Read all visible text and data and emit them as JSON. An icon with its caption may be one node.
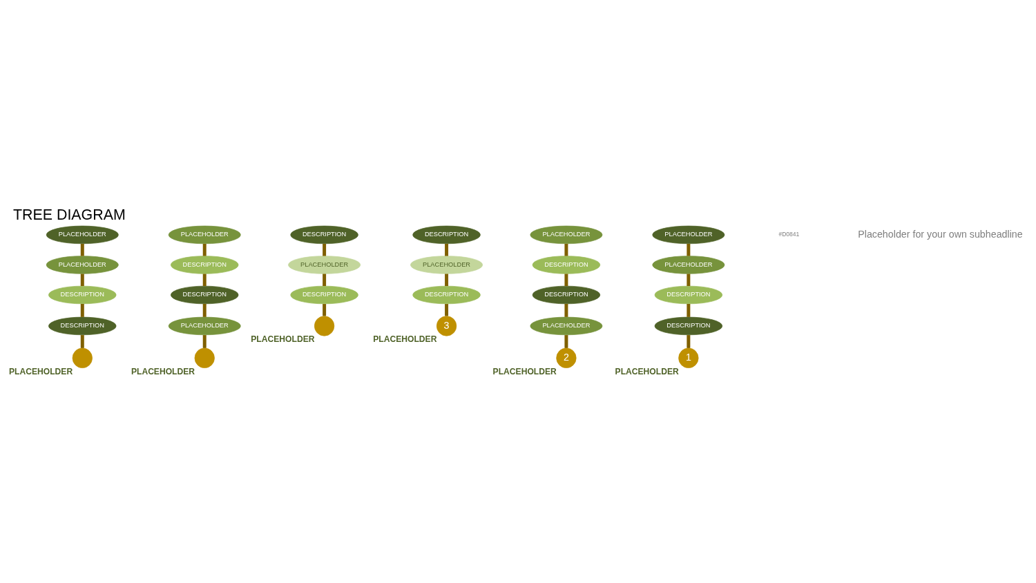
{
  "diagram": {
    "title": "TREE DIAGRAM",
    "nodes": [
      {
        "text": [
          "PLACEHOLDER"
        ]
      },
      {
        "text": [
          "PLACEHOLDER"
        ]
      },
      {
        "text": [
          "DESCRIPTION"
        ]
      },
      {
        "text": [
          "DESCRIPTION"
        ]
      },
      {
        "text": [
          "PLACEHOLDER"
        ]
      },
      {
        "text": [
          "DESCRIPTION"
        ]
      },
      {
        "text": [
          "DESCRIPTION"
        ]
      },
      {
        "text": [
          "PLACEHOLDER"
        ]
      },
      {
        "text": [
          "DESCRIPTION"
        ]
      },
      {
        "text": [
          "PLACEHOLDER"
        ]
      },
      {
        "text": [
          "DESCRIPTION"
        ]
      },
      {
        "text": [
          "DESCRIPTION"
        ]
      },
      {
        "text": [
          "PLACEHOLDER"
        ]
      },
      {
        "text": [
          "DESCRIPTION"
        ]
      },
      {
        "text": [
          "PLACEHOLDER"
        ]
      },
      {
        "text": [
          "DESCRIPTION"
        ]
      },
      {
        "text": [
          "DESCRIPTION"
        ]
      },
      {
        "text": [
          "PLACEHOLDER"
        ]
      },
      {
        "text": [
          "PLACEHOLDER"
        ]
      },
      {
        "text": [
          "PLACEHOLDER"
        ]
      },
      {
        "text": [
          "DESCRIPTION"
        ]
      },
      {
        "text": [
          "DESCRIPTION"
        ]
      },
      {
        "text": [],
        "shape": "circle",
        "beside": [
          "PLACEHOLDER"
        ]
      },
      {
        "text": [],
        "shape": "circle",
        "beside": [
          "PLACEHOLDER"
        ]
      },
      {
        "text": [],
        "shape": "circle",
        "beside": [
          "PLACEHOLDER"
        ]
      },
      {
        "text": [
          "1"
        ],
        "beside": [
          "PLACEHOLDER"
        ]
      },
      {
        "text": [
          "2"
        ],
        "beside": [
          "PLACEHOLDER"
        ]
      },
      {
        "text": [
          "3"
        ],
        "beside": [
          "PLACEHOLDER"
        ]
      }
    ],
    "edges": [
      {
        "from": 22,
        "to": 3,
        "arrow": "none"
      },
      {
        "from": 3,
        "to": 2,
        "arrow": "none"
      },
      {
        "from": 2,
        "to": 1,
        "arrow": "none"
      },
      {
        "from": 1,
        "to": 0,
        "arrow": "none"
      },
      {
        "from": 23,
        "to": 7,
        "arrow": "none"
      },
      {
        "from": 7,
        "to": 6,
        "arrow": "none"
      },
      {
        "from": 6,
        "to": 5,
        "arrow": "none"
      },
      {
        "from": 5,
        "to": 4,
        "arrow": "none"
      },
      {
        "from": 24,
        "to": 10,
        "arrow": "none"
      },
      {
        "from": 10,
        "to": 9,
        "arrow": "none"
      },
      {
        "from": 9,
        "to": 8,
        "arrow": "none"
      },
      {
        "from": 27,
        "to": 13,
        "arrow": "none"
      },
      {
        "from": 13,
        "to": 12,
        "arrow": "none"
      },
      {
        "from": 12,
        "to": 11,
        "arrow": "none"
      },
      {
        "from": 26,
        "to": 17,
        "arrow": "none"
      },
      {
        "from": 17,
        "to": 16,
        "arrow": "none"
      },
      {
        "from": 16,
        "to": 15,
        "arrow": "none"
      },
      {
        "from": 15,
        "to": 14,
        "arrow": "none"
      },
      {
        "from": 25,
        "to": 21,
        "arrow": "none"
      },
      {
        "from": 21,
        "to": 20,
        "arrow": "none"
      },
      {
        "from": 20,
        "to": 19,
        "arrow": "none"
      },
      {
        "from": 19,
        "to": 18,
        "arrow": "none"
      }
    ],
    "labels": [
      "#D0841",
      "Placeholder for your own subheadline"
    ]
  }
}
